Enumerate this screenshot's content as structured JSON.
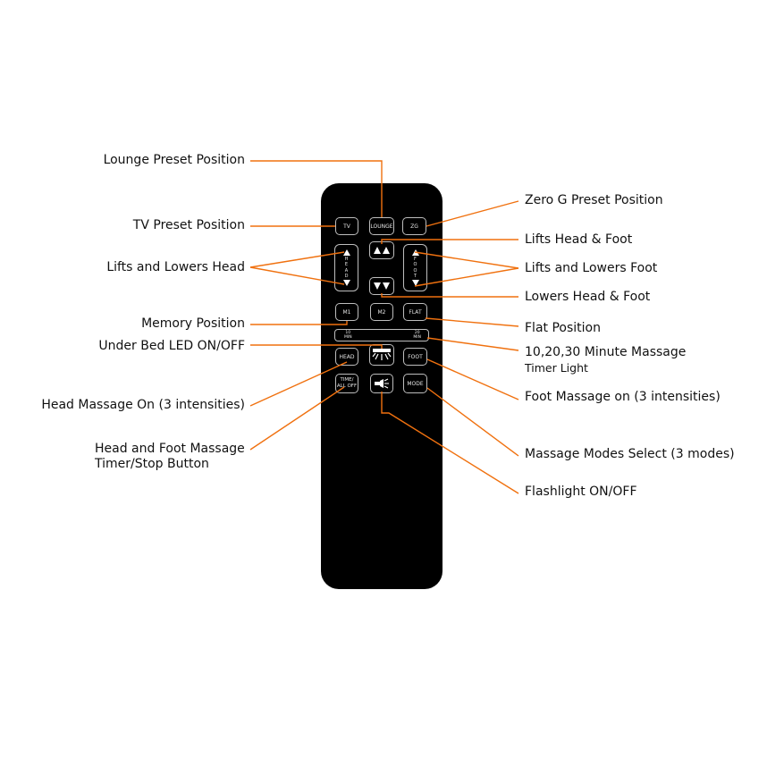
{
  "colors": {
    "leader": "#f0710f",
    "remote": "#000000",
    "button_border": "#bdbdbd"
  },
  "labels": {
    "lounge": "Lounge Preset Position",
    "tv": "TV Preset Position",
    "lifts_lowers_head": "Lifts and Lowers Head",
    "memory": "Memory Position",
    "under_bed_led": "Under Bed LED ON/OFF",
    "head_massage": "Head Massage On (3 intensities)",
    "timer_stop_line1": "Head and Foot Massage",
    "timer_stop_line2": "Timer/Stop Button",
    "zero_g": "Zero G Preset Position",
    "lifts_head_foot": "Lifts Head & Foot",
    "lifts_lowers_foot": "Lifts and Lowers Foot",
    "lowers_head_foot": "Lowers Head & Foot",
    "flat": "Flat Position",
    "massage_timer_line1": "10,20,30 Minute Massage",
    "massage_timer_line2": "Timer Light",
    "foot_massage": "Foot Massage on (3 intensities)",
    "massage_modes": "Massage Modes Select (3 modes)",
    "flashlight": "Flashlight ON/OFF"
  },
  "remote": {
    "tv": "TV",
    "lounge": "LOUNGE",
    "zg": "ZG",
    "head_rocker": [
      "H",
      "E",
      "A",
      "D"
    ],
    "foot_rocker": [
      "F",
      "O",
      "O",
      "T"
    ],
    "m1": "M1",
    "m2": "M2",
    "flat": "FLAT",
    "timer_10": "10",
    "timer_10_unit": "MIN",
    "timer_20": "20",
    "timer_20_unit": "MIN",
    "head": "HEAD",
    "foot": "FOOT",
    "time_line1": "TIME/",
    "time_line2": "ALL OFF",
    "mode": "MODE"
  },
  "icons": {
    "led": "under-bed-led-icon",
    "flashlight": "flashlight-icon",
    "up": "up-triangle-icon",
    "down": "down-triangle-icon"
  }
}
